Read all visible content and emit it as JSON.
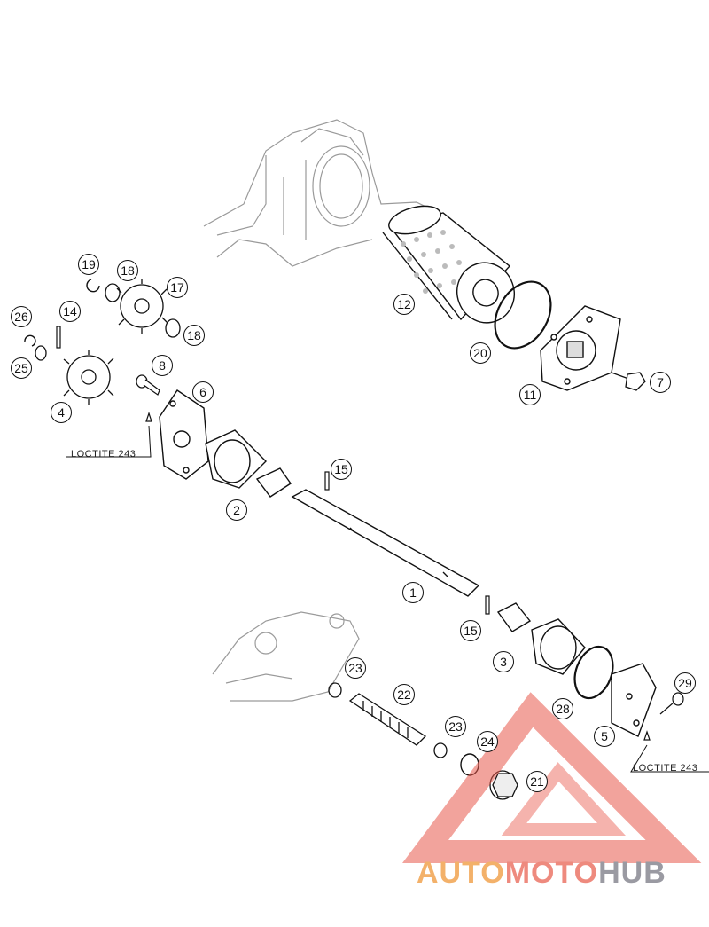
{
  "callouts": [
    {
      "id": "c1",
      "label": "1"
    },
    {
      "id": "c2",
      "label": "2"
    },
    {
      "id": "c3",
      "label": "3"
    },
    {
      "id": "c4",
      "label": "4"
    },
    {
      "id": "c5",
      "label": "5"
    },
    {
      "id": "c6",
      "label": "6"
    },
    {
      "id": "c7",
      "label": "7"
    },
    {
      "id": "c8",
      "label": "8"
    },
    {
      "id": "c11",
      "label": "11"
    },
    {
      "id": "c12",
      "label": "12"
    },
    {
      "id": "c14",
      "label": "14"
    },
    {
      "id": "c15a",
      "label": "15"
    },
    {
      "id": "c15b",
      "label": "15"
    },
    {
      "id": "c17",
      "label": "17"
    },
    {
      "id": "c18a",
      "label": "18"
    },
    {
      "id": "c18b",
      "label": "18"
    },
    {
      "id": "c19",
      "label": "19"
    },
    {
      "id": "c20",
      "label": "20"
    },
    {
      "id": "c21",
      "label": "21"
    },
    {
      "id": "c22",
      "label": "22"
    },
    {
      "id": "c23a",
      "label": "23"
    },
    {
      "id": "c23b",
      "label": "23"
    },
    {
      "id": "c24",
      "label": "24"
    },
    {
      "id": "c25",
      "label": "25"
    },
    {
      "id": "c26",
      "label": "26"
    },
    {
      "id": "c28",
      "label": "28"
    },
    {
      "id": "c29",
      "label": "29"
    }
  ],
  "notes": {
    "loctite_left": "LOCTITE 243",
    "loctite_right": "LOCTITE 243"
  },
  "watermark": {
    "part1": "AUTO",
    "part2": "MOTO",
    "part3": "HUB"
  },
  "colors": {
    "line": "#111111",
    "sketch": "#9a9a9a",
    "watermark_red": "#e8574a",
    "watermark_orange": "#f3b16a",
    "watermark_gray": "#9a9aa2"
  }
}
